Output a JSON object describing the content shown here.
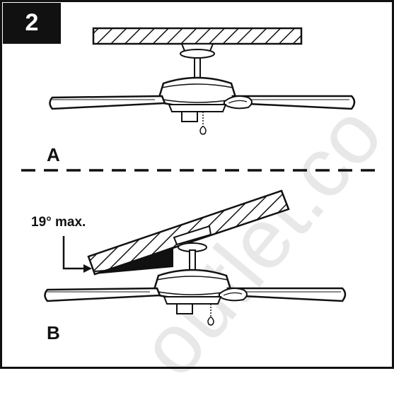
{
  "figure": {
    "step_number": "2",
    "panel_a_label": "A",
    "panel_b_label": "B",
    "angle_label": "19° max.",
    "watermark_text": "outlet.co"
  },
  "colors": {
    "ink": "#111111",
    "background": "#ffffff",
    "watermark": "#e8e8e8"
  }
}
